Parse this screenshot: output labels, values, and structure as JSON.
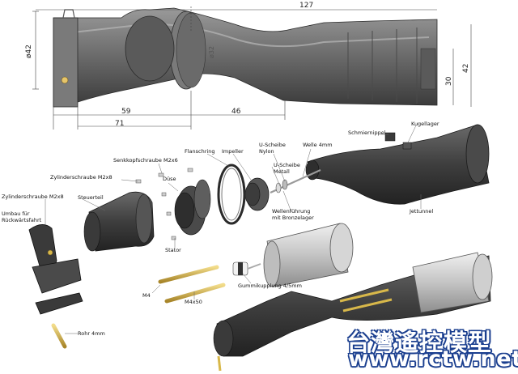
{
  "dimensions": {
    "d127": "127",
    "d42_left": "ø42",
    "d32": "ø32",
    "d30": "30",
    "d42_right": "42",
    "d59": "59",
    "d46": "46",
    "d71": "71"
  },
  "labels": {
    "senkkopf": "Senkkopfschraube M2x6",
    "flanschring": "Flanschring",
    "impeller": "Impeller",
    "u_nylon_1": "U-Scheibe",
    "u_nylon_2": "Nylon",
    "welle": "Welle 4mm",
    "schmiernippel": "Schmiernippel",
    "kugellager": "Kugellager",
    "zylinder_m2x8_top": "Zylinderschraube M2x8",
    "duese": "Düse",
    "u_metall_1": "U-Scheibe",
    "u_metall_2": "Metall",
    "wellenf_1": "Wellenführung",
    "wellenf_2": "mit Bronzelager",
    "zylinder_m2x8_left": "Zylinderschraube M2x8",
    "steuerteil": "Steuerteil",
    "umbau_1": "Umbau für",
    "umbau_2": "Rückwärtsfahrt",
    "jettunnel": "Jettunnel",
    "stator": "Stator",
    "m4": "M4",
    "m4x50": "M4x50",
    "gummikupplung": "Gummikupplung 4/5mm",
    "rohr": "Rohr 4mm"
  },
  "watermark": {
    "chinese": "台灣遙控模型",
    "url": "www.rctw.net"
  },
  "colors": {
    "part_dark": "#3c3c3c",
    "part_mid": "#5a5a5a",
    "part_light": "#8a8a8a",
    "motor": "#c8c8c8",
    "brass": "#d8b84a",
    "watermark_outline": "#1b3f8f"
  }
}
